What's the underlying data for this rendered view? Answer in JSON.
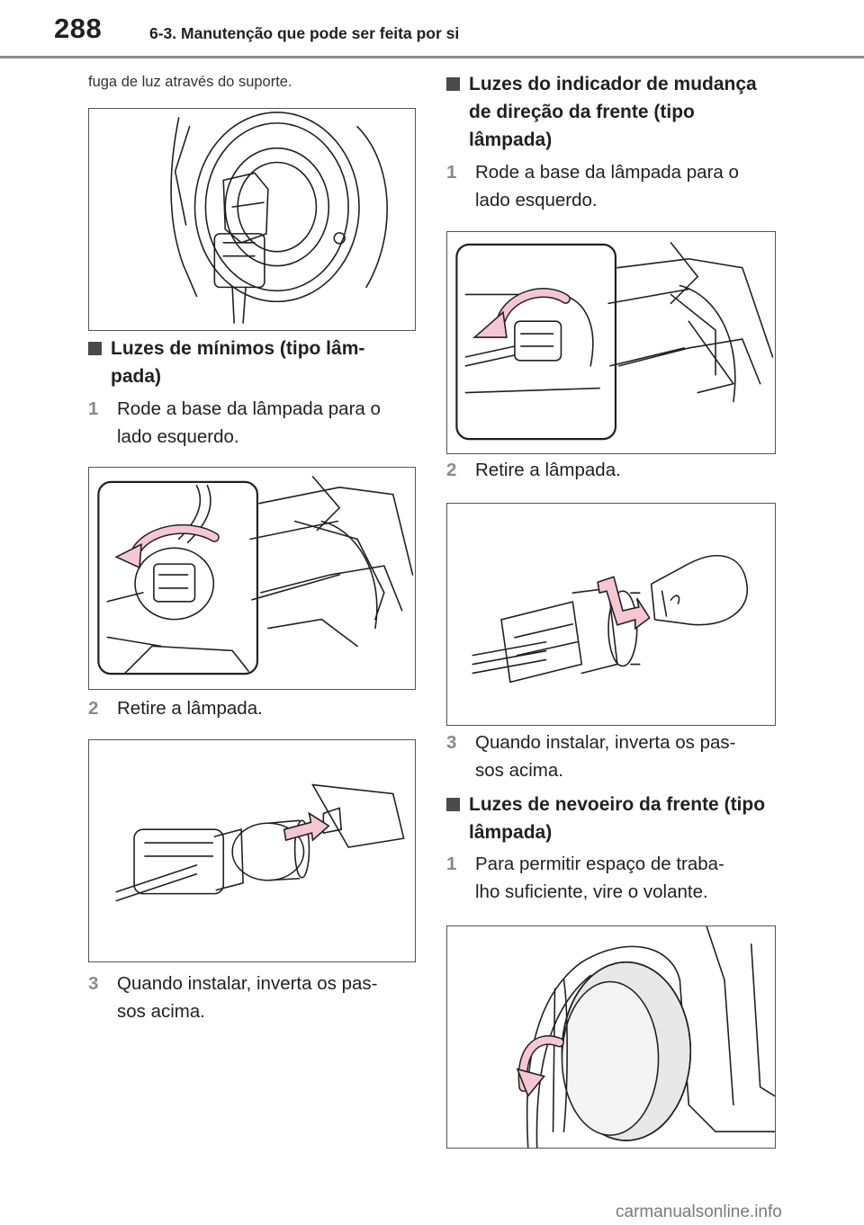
{
  "header": {
    "page_number": "288",
    "section_title": "6-3. Manutenção que pode ser feita por si"
  },
  "left": {
    "continuation": "fuga de luz através do suporte.",
    "heading": "Luzes de mínimos (tipo lâm-\npada)",
    "steps": [
      {
        "num": "1",
        "text": "Rode a base da lâmpada para o lado esquerdo."
      },
      {
        "num": "2",
        "text": "Retire a lâmpada."
      },
      {
        "num": "3",
        "text": "Quando instalar, inverta os pas-\nsos acima."
      }
    ]
  },
  "right": {
    "heading1": "Luzes do indicador de mudança de direção da frente (tipo lâmpada)",
    "steps1": [
      {
        "num": "1",
        "text": "Rode a base da lâmpada para o lado esquerdo."
      },
      {
        "num": "2",
        "text": "Retire a lâmpada."
      },
      {
        "num": "3",
        "text": "Quando instalar, inverta os pas-\nsos acima."
      }
    ],
    "heading2": "Luzes de nevoeiro da frente (tipo lâmpada)",
    "steps2": [
      {
        "num": "1",
        "text": "Para permitir espaço de traba-\nlho suficiente, vire o volante."
      }
    ]
  },
  "colors": {
    "arrow_fill": "#f6c7d3",
    "line": "#231f20"
  },
  "watermark": "carmanualsonline.info"
}
